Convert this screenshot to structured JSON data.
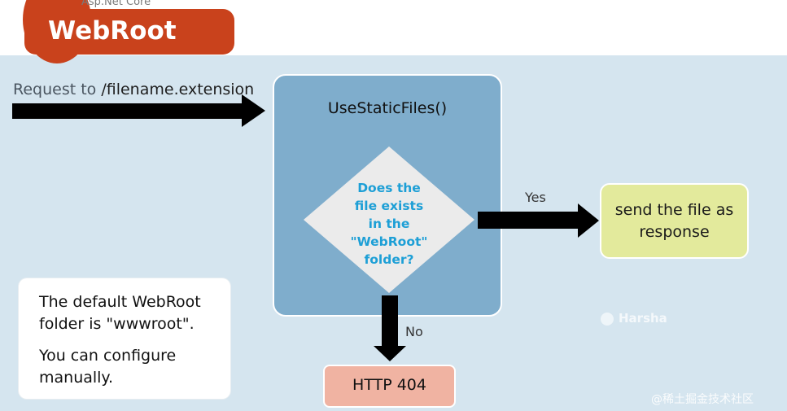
{
  "logo": {
    "subtitle": "Asp.Net Core",
    "title": "WebRoot"
  },
  "request": {
    "prefix": "Request to ",
    "path": "/filename.extension"
  },
  "middleware": {
    "title": "UseStaticFiles()"
  },
  "decision": {
    "lines": [
      "Does the",
      "file exists",
      "in the",
      "\"WebRoot\"",
      "folder?"
    ]
  },
  "branches": {
    "yes_label": "Yes",
    "no_label": "No"
  },
  "yes_result": {
    "lines": [
      "send the file as",
      "response"
    ]
  },
  "no_result": {
    "text": "HTTP 404"
  },
  "note": {
    "line1a": "The default WebRoot",
    "line1b": "folder is \"wwwroot\".",
    "line2a": "You can configure",
    "line2b": "manually."
  },
  "watermarks": {
    "brand": "Harsha",
    "footer": "@稀土掘金技术社区"
  },
  "colors": {
    "logo": "#c9421c",
    "background": "#d5e5ef",
    "middleware_box": "#7fadcc",
    "question_text": "#1d9fd6",
    "yes_box": "#e3ea9c",
    "no_box": "#f0b3a2",
    "arrows": "#000000"
  }
}
